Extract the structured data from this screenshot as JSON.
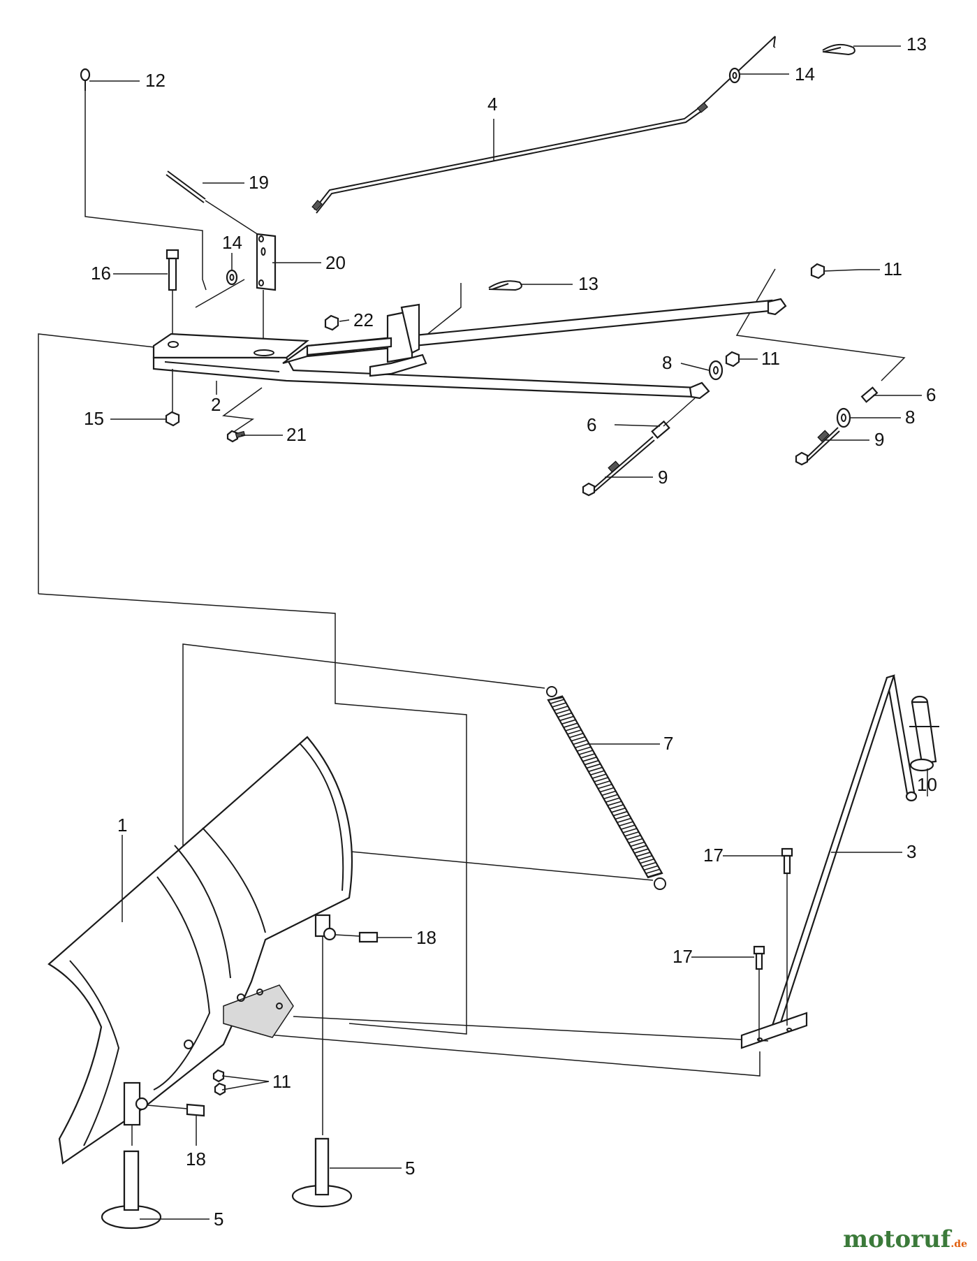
{
  "callouts": [
    {
      "id": "c13a",
      "label": "13"
    },
    {
      "id": "c14a",
      "label": "14"
    },
    {
      "id": "c12",
      "label": "12"
    },
    {
      "id": "c4",
      "label": "4"
    },
    {
      "id": "c19",
      "label": "19"
    },
    {
      "id": "c14b",
      "label": "14"
    },
    {
      "id": "c20",
      "label": "20"
    },
    {
      "id": "c16",
      "label": "16"
    },
    {
      "id": "c13b",
      "label": "13"
    },
    {
      "id": "c11a",
      "label": "11"
    },
    {
      "id": "c22",
      "label": "22"
    },
    {
      "id": "c8a",
      "label": "8"
    },
    {
      "id": "c11b",
      "label": "11"
    },
    {
      "id": "c6a",
      "label": "6"
    },
    {
      "id": "c2",
      "label": "2"
    },
    {
      "id": "c15",
      "label": "15"
    },
    {
      "id": "c8b",
      "label": "8"
    },
    {
      "id": "c6b",
      "label": "6"
    },
    {
      "id": "c21",
      "label": "21"
    },
    {
      "id": "c9a",
      "label": "9"
    },
    {
      "id": "c9b",
      "label": "9"
    },
    {
      "id": "c7",
      "label": "7"
    },
    {
      "id": "c10",
      "label": "10"
    },
    {
      "id": "c1",
      "label": "1"
    },
    {
      "id": "c17a",
      "label": "17"
    },
    {
      "id": "c3",
      "label": "3"
    },
    {
      "id": "c18a",
      "label": "18"
    },
    {
      "id": "c17b",
      "label": "17"
    },
    {
      "id": "c11c",
      "label": "11"
    },
    {
      "id": "c18b",
      "label": "18"
    },
    {
      "id": "c5a",
      "label": "5"
    },
    {
      "id": "c5b",
      "label": "5"
    }
  ],
  "watermark": {
    "brand": "motoruf",
    "suffix": ".de"
  },
  "colors": {
    "line": "#1a1a1a",
    "background": "#ffffff",
    "watermark": "#3b7a3a"
  }
}
